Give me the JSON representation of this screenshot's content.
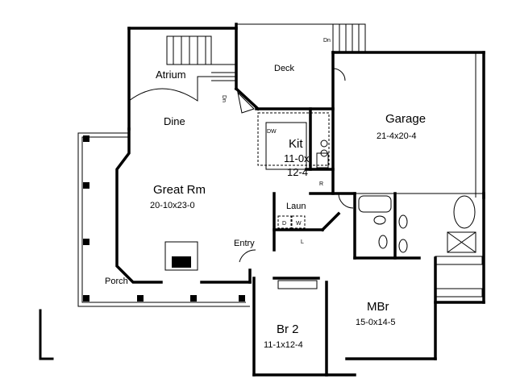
{
  "rooms": {
    "atrium": {
      "name": "Atrium"
    },
    "deck": {
      "name": "Deck"
    },
    "dine": {
      "name": "Dine"
    },
    "kitchen": {
      "name": "Kit",
      "dim1": "11-0x",
      "dim2": "12-4"
    },
    "great_room": {
      "name": "Great Rm",
      "dims": "20-10x23-0"
    },
    "garage": {
      "name": "Garage",
      "dims": "21-4x20-4"
    },
    "laundry": {
      "name": "Laun"
    },
    "entry": {
      "name": "Entry"
    },
    "porch": {
      "name": "Porch"
    },
    "master_bedroom": {
      "name": "MBr",
      "dims": "15-0x14-5"
    },
    "bedroom_2": {
      "name": "Br 2",
      "dims": "11-1x12-4"
    }
  },
  "fixtures": {
    "dishwasher": "DW",
    "refrigerator": "R",
    "dryer": "D",
    "washer": "W",
    "linen": "L"
  },
  "stairs": {
    "atrium_down": "Dn",
    "deck_down": "Dn"
  }
}
